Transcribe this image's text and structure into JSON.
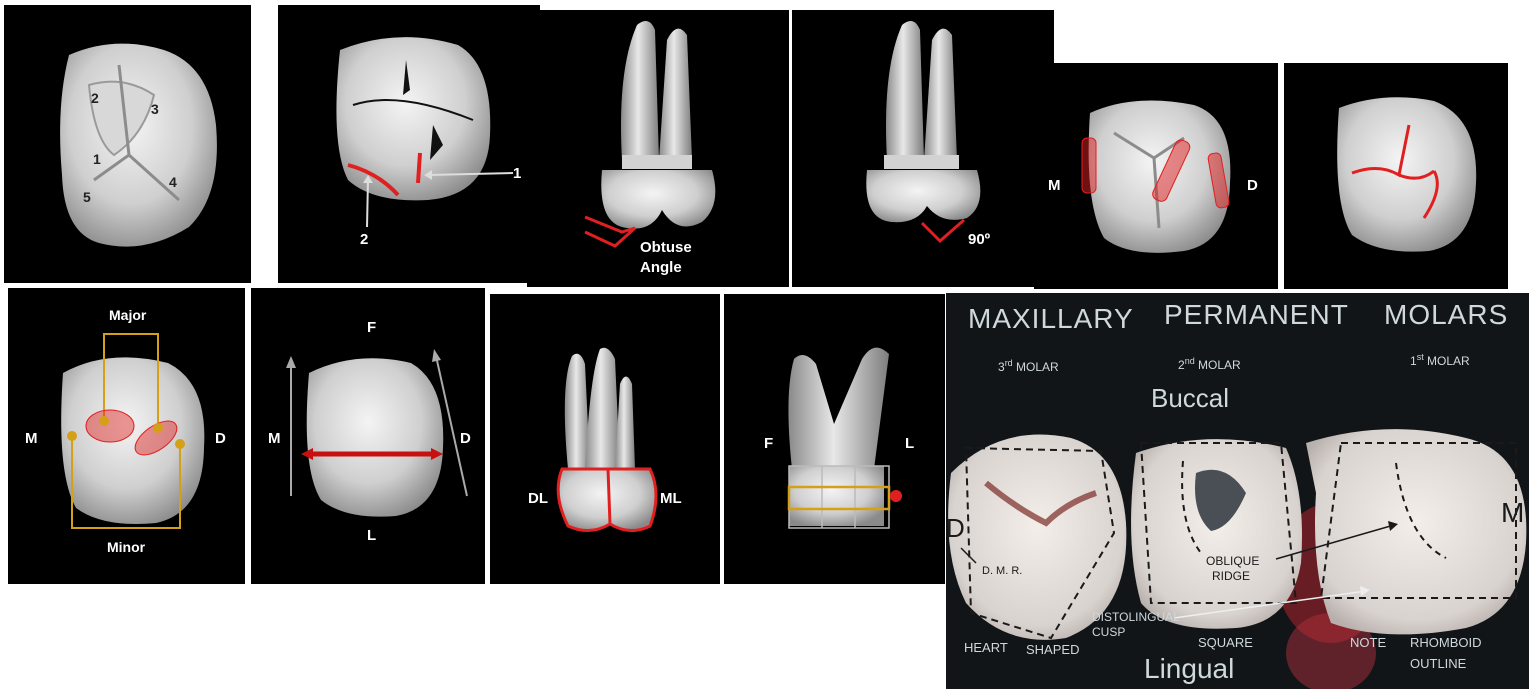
{
  "panels": {
    "p1": {
      "cusp_numbers": [
        "2",
        "3",
        "1",
        "4",
        "5"
      ]
    },
    "p2": {
      "arrow_labels": [
        "1",
        "2"
      ]
    },
    "p3": {
      "angle_label_line1": "Obtuse",
      "angle_label_line2": "Angle"
    },
    "p4": {
      "angle_label": "90º"
    },
    "p5": {
      "mesial": "M",
      "distal": "D"
    },
    "p7": {
      "major": "Major",
      "minor": "Minor",
      "mesial": "M",
      "distal": "D"
    },
    "p8": {
      "top": "F",
      "bottom": "L",
      "left": "M",
      "right": "D"
    },
    "p9": {
      "left": "DL",
      "right": "ML"
    },
    "p10": {
      "left": "F",
      "right": "L"
    }
  },
  "photo": {
    "title_words": [
      "MAXILLARY",
      "PERMANENT",
      "MOLARS"
    ],
    "molar_3": "3",
    "molar_3_sup": "rd",
    "molar_2": "2",
    "molar_2_sup": "nd",
    "molar_1": "1",
    "molar_1_sup": "st",
    "molar_word": "MOLAR",
    "buccal": "Buccal",
    "lingual": "Lingual",
    "left_letter": "D",
    "right_letter": "M",
    "dmr": "D. M. R.",
    "oblique_line1": "OBLIQUE",
    "oblique_line2": "RIDGE",
    "distolingual_line1": "DISTOLINGUAL",
    "distolingual_line2": "CUSP",
    "heart": "HEART",
    "shaped": "SHAPED",
    "square": "SQUARE",
    "note": "NOTE",
    "rhomboid": "RHOMBOID",
    "outline": "OUTLINE"
  },
  "colors": {
    "red_marking": "#e02020",
    "yellow_marking": "#d4a017",
    "panel_bg": "#000000"
  }
}
